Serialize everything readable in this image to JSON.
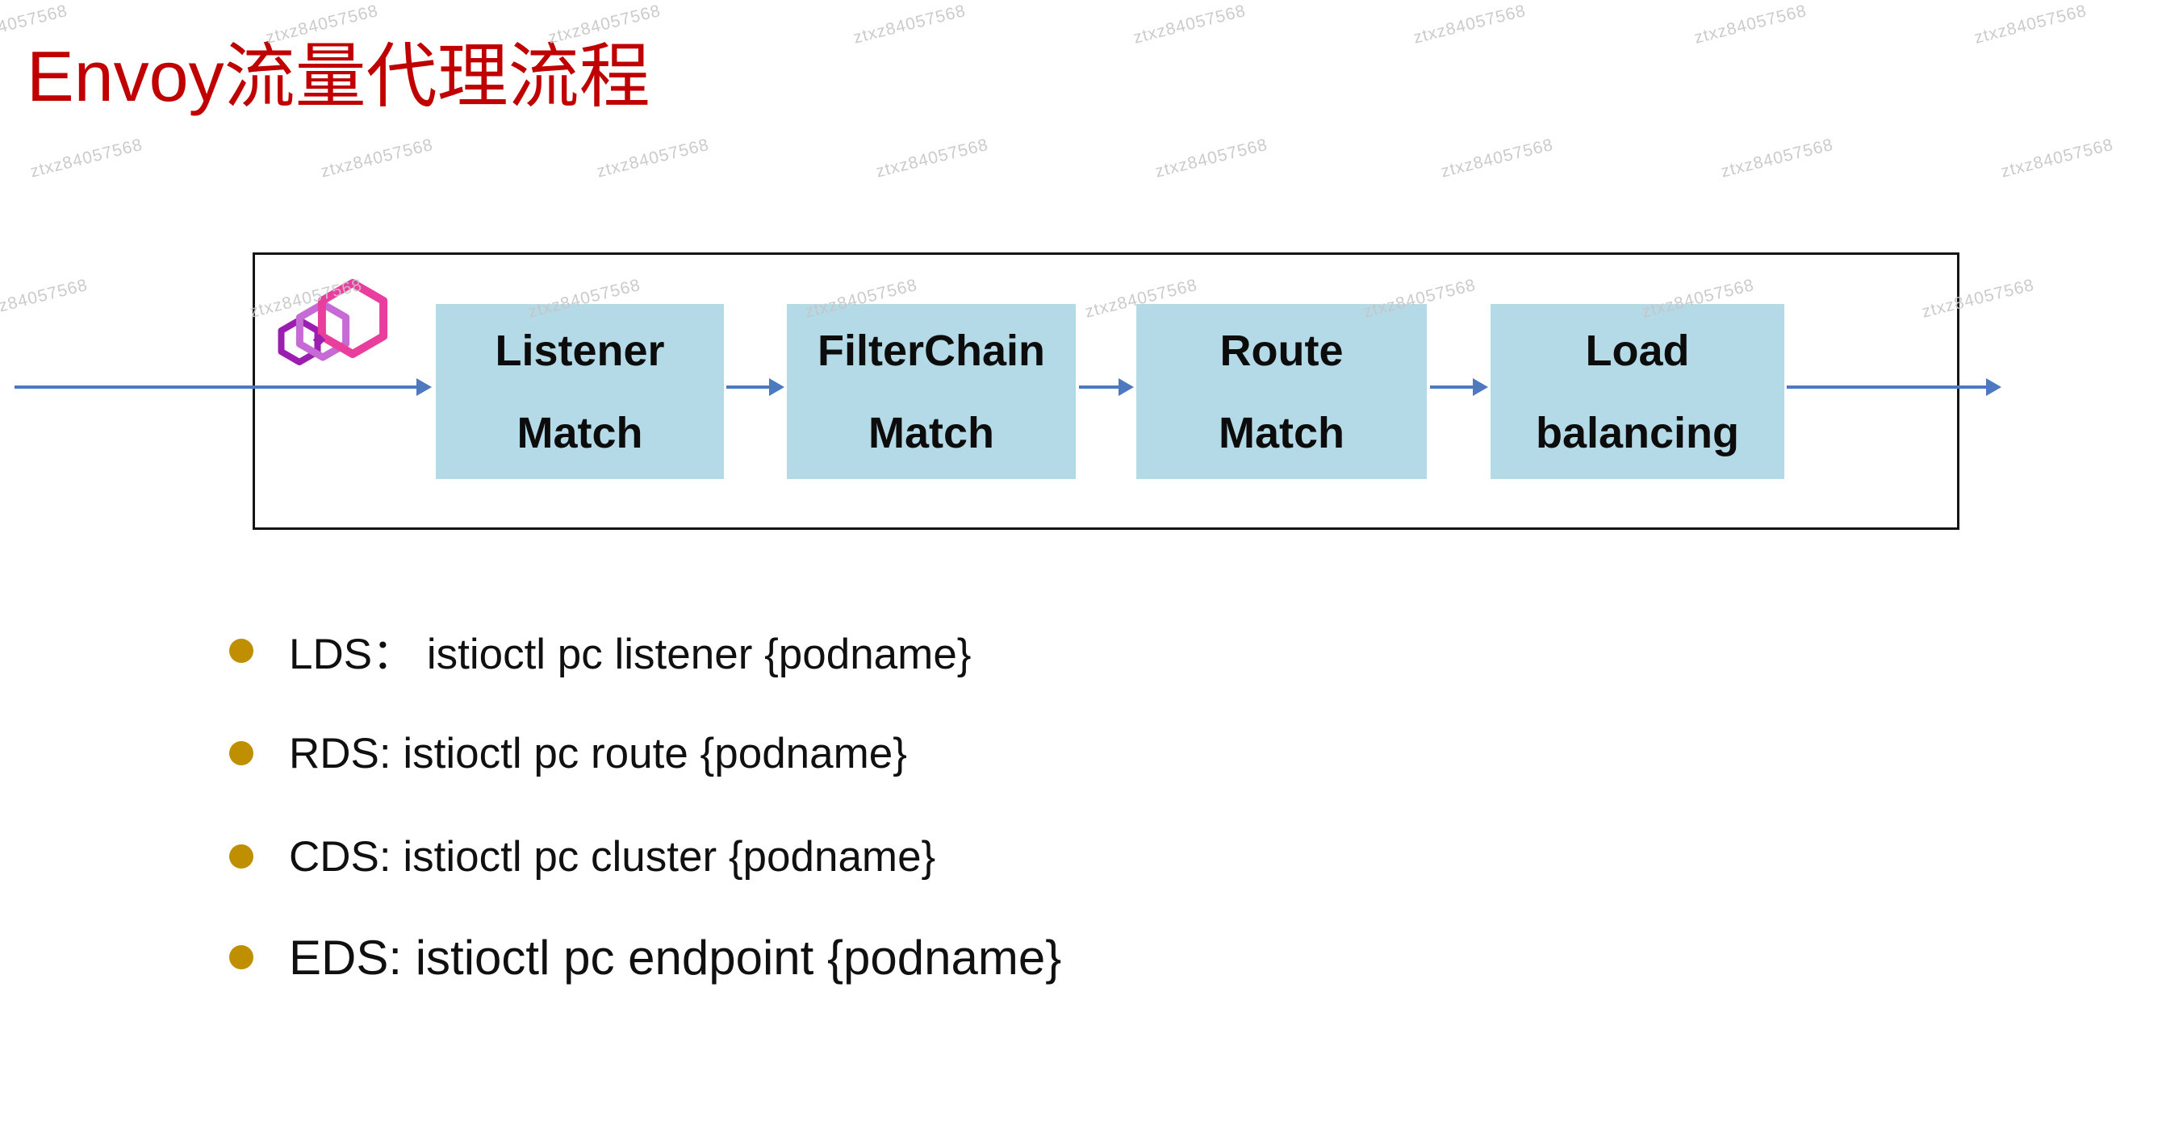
{
  "slide": {
    "title": "Envoy流量代理流程",
    "background": "#FFFFFF"
  },
  "watermark": {
    "text": "ztxz84057568"
  },
  "icons": {
    "diagram_logo": "envoy-hexagons-logo",
    "bullet_marker": "filled-circle-bullet",
    "arrow_marker": "right-arrowhead"
  },
  "diagram": {
    "boxes": [
      {
        "id": "listener-match",
        "line1": "Listener",
        "line2": "Match"
      },
      {
        "id": "filterchain-match",
        "line1": "FilterChain",
        "line2": "Match"
      },
      {
        "id": "route-match",
        "line1": "Route",
        "line2": "Match"
      },
      {
        "id": "load-balancing",
        "line1": "Load",
        "line2": "balancing"
      }
    ]
  },
  "bullets": {
    "items": [
      {
        "label": "LDS：  istioctl pc listener {podname}"
      },
      {
        "label": "RDS: istioctl pc route {podname}"
      },
      {
        "label": "CDS: istioctl pc cluster {podname}"
      },
      {
        "label": "EDS: istioctl pc endpoint {podname}"
      }
    ]
  },
  "colors": {
    "title-red": "#C00000",
    "box-fill": "#B3DAE6",
    "arrow-blue": "#4D79C0",
    "bullet-gold": "#BF8F00",
    "watermark-gray": "#C6C6C6",
    "outer-border": "#141414",
    "box-text": "#0C0C0C",
    "body-text": "#101010",
    "logo-pink": "#E93E9E",
    "logo-orchid": "#C66AD6",
    "logo-purple": "#9C1EB0"
  }
}
